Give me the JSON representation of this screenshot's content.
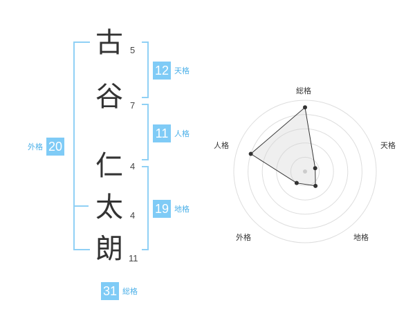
{
  "name": {
    "chars": [
      {
        "char": "古",
        "strokes": "5"
      },
      {
        "char": "谷",
        "strokes": "7"
      },
      {
        "char": "仁",
        "strokes": "4"
      },
      {
        "char": "太",
        "strokes": "4"
      },
      {
        "char": "朗",
        "strokes": "11"
      }
    ]
  },
  "fortunes": {
    "tenkaku": {
      "value": "12",
      "label": "天格"
    },
    "jinkaku": {
      "value": "11",
      "label": "人格"
    },
    "chikaku": {
      "value": "19",
      "label": "地格"
    },
    "gaikaku": {
      "value": "20",
      "label": "外格"
    },
    "soukaku": {
      "value": "31",
      "label": "総格"
    }
  },
  "colors": {
    "accent": "#7fcbf6",
    "accent_text": "#4cb0e8",
    "bracket": "#8fd0f5"
  },
  "chart_data": {
    "type": "radar",
    "axes": [
      "総格",
      "天格",
      "地格",
      "外格",
      "人格"
    ],
    "values": [
      0.9,
      0.15,
      0.25,
      0.2,
      0.8
    ],
    "max": 1,
    "rings": 5
  }
}
